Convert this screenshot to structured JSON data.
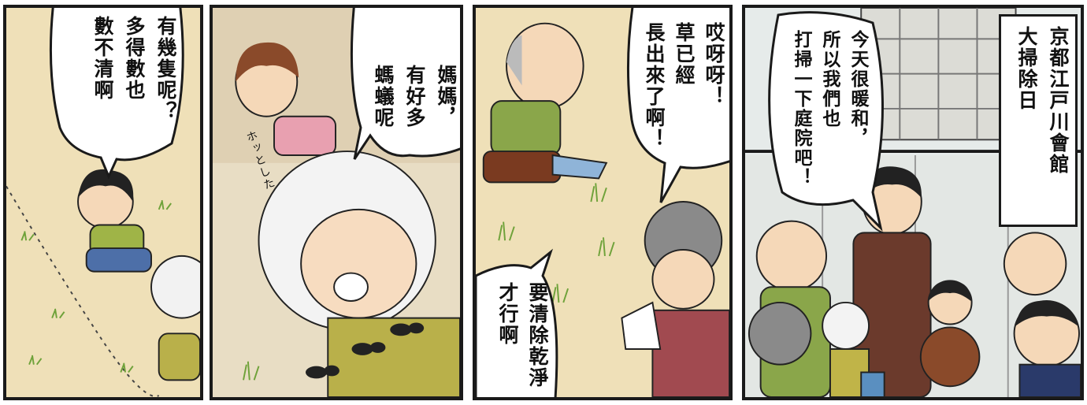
{
  "panels": [
    {
      "id": "p1",
      "bubbles": [
        {
          "lines": [
            "有幾隻呢？",
            "多得數也",
            "數不清啊"
          ]
        }
      ]
    },
    {
      "id": "p2",
      "bubbles": [
        {
          "lines": [
            "媽媽，",
            "有好多",
            "螞蟻呢"
          ]
        }
      ],
      "sfx": "ホッとした"
    },
    {
      "id": "p3",
      "bubbles": [
        {
          "lines": [
            "哎呀呀！",
            "草已經",
            "長出來了啊！"
          ]
        },
        {
          "lines": [
            "要清除乾淨",
            "才行啊"
          ]
        }
      ]
    },
    {
      "id": "p4",
      "caption": {
        "lines": [
          "京都江戸川會館",
          "大掃除日"
        ]
      },
      "bubbles": [
        {
          "lines": [
            "今天很暖和，",
            "所以我們也",
            "打掃一下庭院吧！"
          ]
        }
      ]
    }
  ],
  "colors": {
    "ground": "#efe0b8",
    "grass": "#6fa23a",
    "ink": "#1a1a1a",
    "sky": "#e6ebea"
  }
}
